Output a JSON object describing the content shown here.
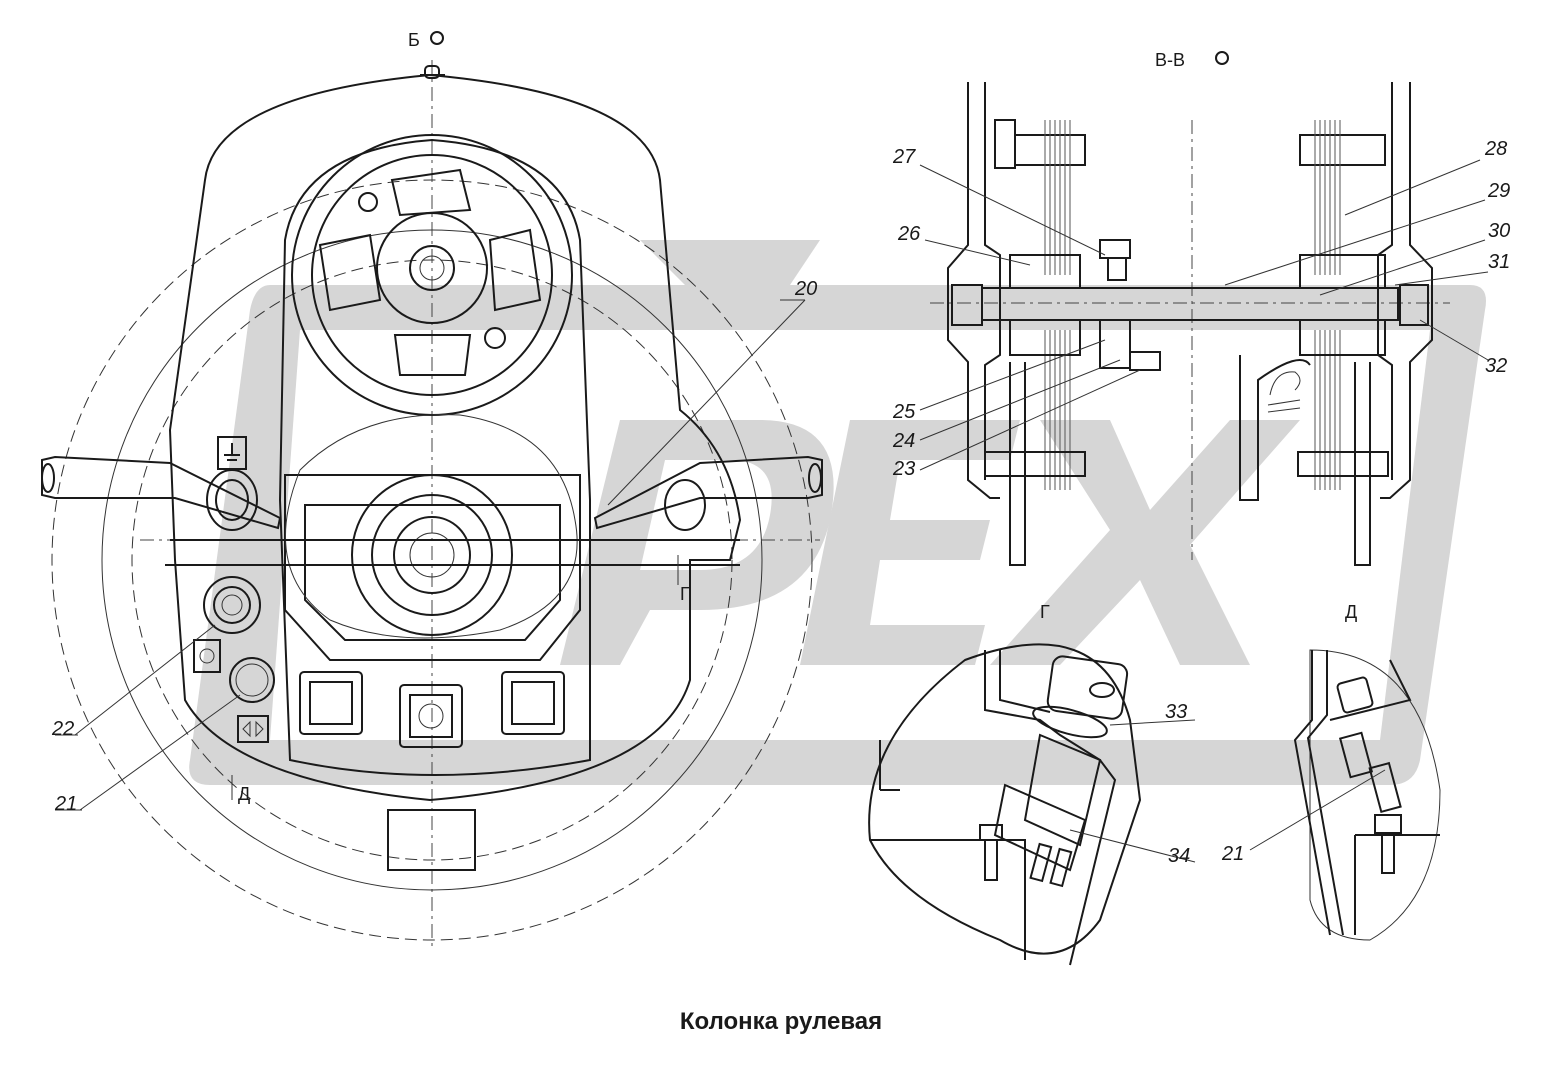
{
  "caption": "Колонка рулевая",
  "views": {
    "view_b": "Б",
    "section_vv": "В-В",
    "view_g": "Г",
    "view_d": "Д",
    "arrow_g": "Г",
    "arrow_d": "Д"
  },
  "callouts": {
    "c20": "20",
    "c21": "21",
    "c22": "22",
    "c23": "23",
    "c24": "24",
    "c25": "25",
    "c26": "26",
    "c27": "27",
    "c28": "28",
    "c29": "29",
    "c30": "30",
    "c31": "31",
    "c32": "32",
    "c33": "33",
    "c34": "34",
    "c21b": "21"
  },
  "watermark": "PEX",
  "colors": {
    "ink": "#1a1a1a",
    "watermark": "#d6d6d6",
    "background": "#ffffff"
  }
}
